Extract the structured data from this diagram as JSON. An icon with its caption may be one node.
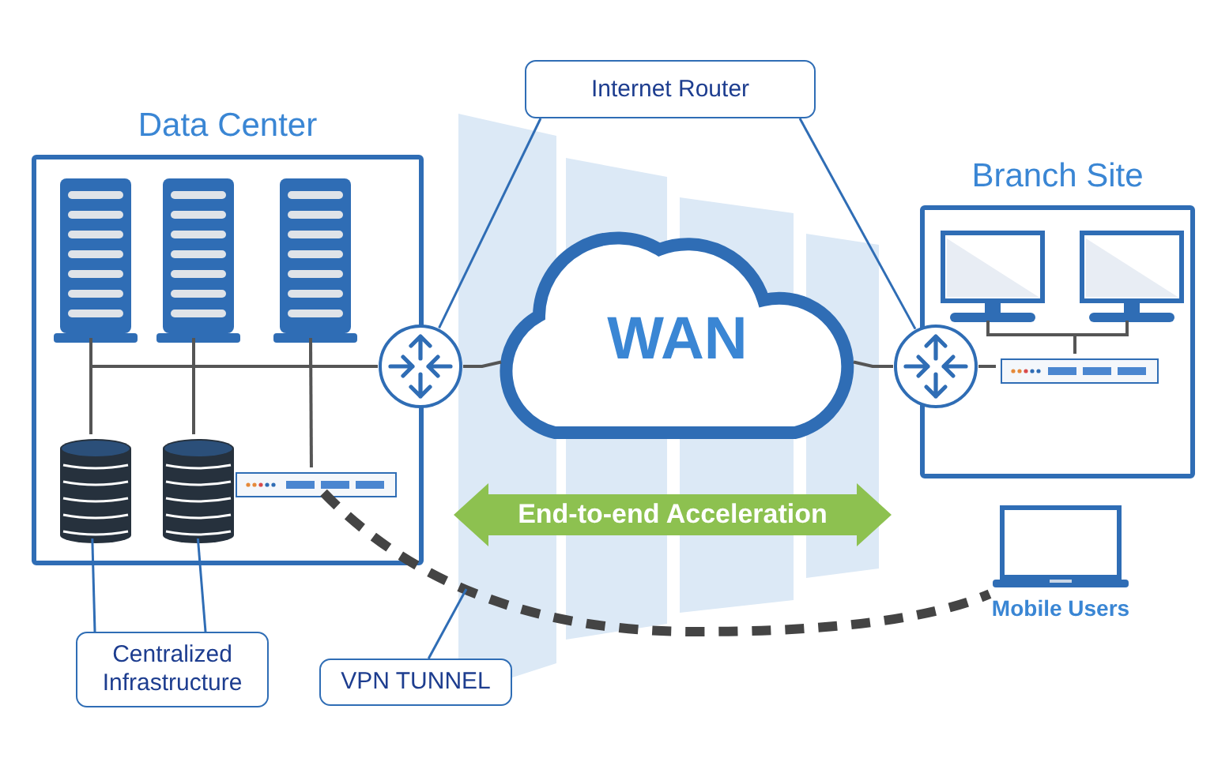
{
  "diagram": {
    "nodes": [
      {
        "text": [
          "Data Center"
        ]
      },
      {
        "text": [],
        "shape": "server",
        "in": 0
      },
      {
        "text": [],
        "shape": "server",
        "in": 0
      },
      {
        "text": [],
        "shape": "server",
        "in": 0
      },
      {
        "text": [],
        "shape": "cylinder",
        "in": 0
      },
      {
        "text": [],
        "shape": "cylinder",
        "in": 0
      },
      {
        "text": [],
        "shape": "bar",
        "in": 0
      },
      {
        "text": [],
        "shape": "circle"
      },
      {
        "text": [
          "WAN"
        ]
      },
      {
        "text": [],
        "shape": "circle"
      },
      {
        "text": [
          "Branch Site"
        ]
      },
      {
        "text": [],
        "shape": "monitor",
        "in": 10
      },
      {
        "text": [],
        "shape": "monitor",
        "in": 10
      },
      {
        "text": [],
        "shape": "bar",
        "in": 10
      },
      {
        "text": [
          "Mobile Users"
        ]
      },
      {
        "text": [
          "Internet Router"
        ]
      },
      {
        "text": [
          "Centralized Infrastructure"
        ]
      },
      {
        "text": [
          "VPN TUNNEL"
        ]
      },
      {
        "text": [
          "End-to-end Acceleration"
        ]
      }
    ],
    "edges": [
      {
        "from": 1,
        "to": 4,
        "arrow": "none"
      },
      {
        "from": 2,
        "to": 5,
        "arrow": "none"
      },
      {
        "from": 3,
        "to": 6,
        "arrow": "none"
      },
      {
        "from": 1,
        "to": 7,
        "arrow": "none"
      },
      {
        "from": 2,
        "to": 7,
        "arrow": "none"
      },
      {
        "from": 3,
        "to": 7,
        "arrow": "none"
      },
      {
        "from": 7,
        "to": 8,
        "arrow": "none"
      },
      {
        "from": 8,
        "to": 9,
        "arrow": "none"
      },
      {
        "from": 9,
        "to": 13,
        "arrow": "none"
      },
      {
        "from": 11,
        "to": 13,
        "arrow": "none"
      },
      {
        "from": 12,
        "to": 13,
        "arrow": "none"
      },
      {
        "from": 6,
        "to": 14,
        "arrow": "none",
        "style": "dashed",
        "color": "#444444"
      },
      {
        "from": 15,
        "to": 7,
        "arrow": "none",
        "color": "#2f6db5"
      },
      {
        "from": 15,
        "to": 9,
        "arrow": "none",
        "color": "#2f6db5"
      },
      {
        "from": 16,
        "to": 4,
        "arrow": "none",
        "color": "#2f6db5"
      },
      {
        "from": 16,
        "to": 5,
        "arrow": "none",
        "color": "#2f6db5"
      },
      {
        "from": 17,
        "to": null,
        "arrow": "none",
        "color": "#2f6db5"
      }
    ]
  }
}
